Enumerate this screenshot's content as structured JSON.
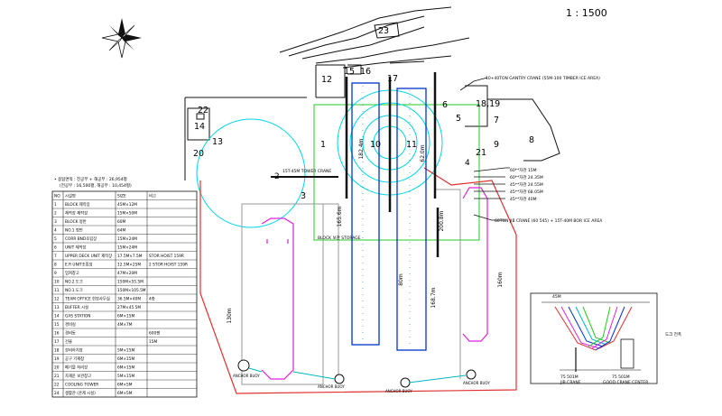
{
  "scale": "1 : 1500",
  "summary": {
    "line1": "• 용탑면적 : 전공부 + 해공부 : 26,954평",
    "line2": "(전공부 : 16,500평, 해공부 : 10,454평)"
  },
  "table": {
    "headers": [
      "NO",
      "시설명",
      "SIZE",
      "비고"
    ],
    "rows": [
      [
        "1",
        "BLOCK 제작장",
        "45M×12M",
        ""
      ],
      [
        "2",
        "제작장 제작장",
        "15M×50M",
        ""
      ],
      [
        "3",
        "BLOCK 정반",
        "60M",
        ""
      ],
      [
        "4",
        "NO.1 정반",
        "64M",
        ""
      ],
      [
        "5",
        "CORR BND조립장",
        "15M×24M",
        ""
      ],
      [
        "6",
        "UNIT 제작장",
        "15M×24M",
        ""
      ],
      [
        "7",
        "UPPER DECK UNIT 제작장",
        "17.5M×7.5M",
        "STOR HOIST 159R"
      ],
      [
        "8",
        "E.R UNIT조립장",
        "12.5M×25M",
        "2 STOR HOIST 159R"
      ],
      [
        "9",
        "업쳐창고",
        "47M×20M",
        ""
      ],
      [
        "10",
        "NO.2 도크",
        "150M×55.5M",
        ""
      ],
      [
        "11",
        "NO.1 도크",
        "150M×105.5M",
        ""
      ],
      [
        "12",
        "TEAM OFFICE 현장사무실",
        "36.5M×40M",
        "4층"
      ],
      [
        "13",
        "BUFFER 시설",
        "27M×45.5M",
        ""
      ],
      [
        "14",
        "GAS STATION",
        "6M×15M",
        ""
      ],
      [
        "15",
        "경비실",
        "4M×7M",
        ""
      ],
      [
        "16",
        "경비동",
        "",
        "600평"
      ],
      [
        "17",
        "건물",
        "",
        "15M"
      ],
      [
        "18",
        "장비하치장",
        "5M×15M",
        ""
      ],
      [
        "19",
        "공구 기재창",
        "6M×15M",
        ""
      ],
      [
        "20",
        "폐기물 처리장",
        "6M×15M",
        ""
      ],
      [
        "21",
        "자재운 보관창고",
        "5M×15M",
        ""
      ],
      [
        "22",
        "COOLING TOWER",
        "6M×5M",
        ""
      ],
      [
        "24",
        "생활관 (관계 시설)",
        "6M×5M",
        ""
      ]
    ]
  },
  "site_labels": [
    "1",
    "3",
    "5",
    "6",
    "7",
    "8",
    "9",
    "10",
    "11",
    "12",
    "13",
    "14",
    "15",
    "16",
    "17",
    "18,19",
    "20",
    "21",
    "22",
    "23"
  ],
  "site_label_2": "2",
  "site_label_4": "4",
  "annotations": {
    "gantry": "10+40TON GANTRY CRANE (55M-100 TIMBER ICE AREA)",
    "tower_crane": "15T-45M TOWER CRANE",
    "jib_crane": "60TON JIB CRANE (60 545) + 15T-40M BOR ICE AREA",
    "block_storage": "BLOCK 보관 STORAGE",
    "crane_list": [
      "60**자관 15M",
      "60**자관 24.35M",
      "45**자관 24.55M",
      "45**자관 68.05M",
      "45**자관 40M"
    ],
    "buoys": [
      "ANCHOR BUOY",
      "ANCHOR BUOY",
      "ANCHOR BUOY",
      "ANCHOR BUOY"
    ]
  },
  "dimensions": {
    "d1": "182.4m",
    "d2": "62.0m",
    "d3": "165.6m",
    "d4": "200.8m",
    "d5": "168.7m",
    "d6": "160m",
    "d7": "80m",
    "d8": "130m"
  },
  "inset": {
    "left_title": "JIB CRANE",
    "left_sub": "75 501M",
    "right_title": "GOOD CRANE CENTER",
    "right_sub": "75 501M",
    "side_note": "도크 전폭",
    "top_note": "45M"
  },
  "colors": {
    "dock": "#0033cc",
    "crane_radius": "#00d5e8",
    "green_zone": "#22cc22",
    "boundary": "#e03030",
    "barge": "#dd22dd",
    "ink": "#111111"
  }
}
